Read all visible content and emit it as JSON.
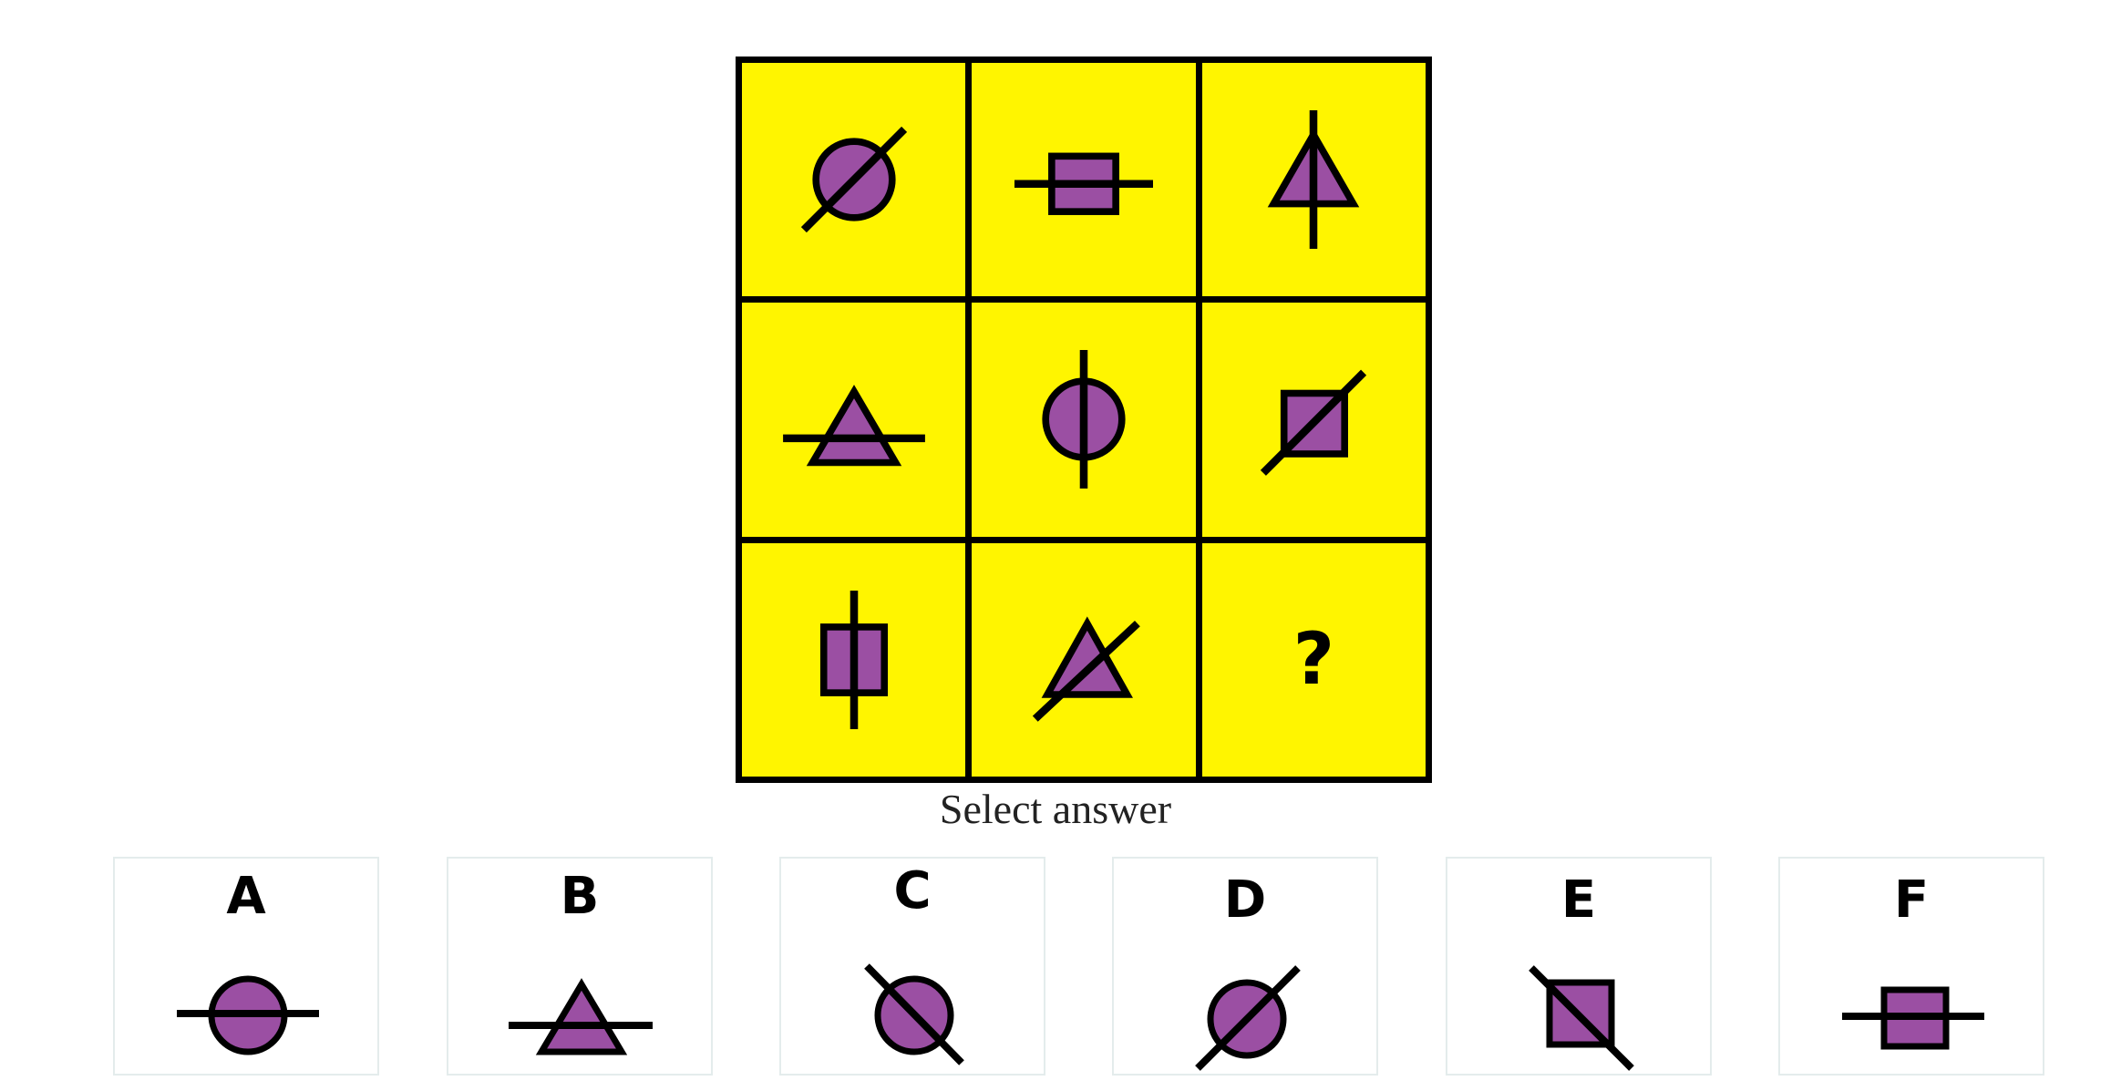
{
  "puzzle": {
    "cells": [
      {
        "shape": "circle",
        "line": "diagonal-up"
      },
      {
        "shape": "square",
        "line": "horizontal"
      },
      {
        "shape": "triangle",
        "line": "vertical"
      },
      {
        "shape": "triangle",
        "line": "horizontal"
      },
      {
        "shape": "circle",
        "line": "vertical"
      },
      {
        "shape": "square",
        "line": "diagonal-up"
      },
      {
        "shape": "square",
        "line": "vertical"
      },
      {
        "shape": "triangle",
        "line": "diagonal-up"
      },
      {
        "shape": "missing",
        "text": "?"
      }
    ]
  },
  "prompt": "Select answer",
  "options": [
    {
      "letter": "A",
      "shape": "circle",
      "line": "horizontal"
    },
    {
      "letter": "B",
      "shape": "triangle",
      "line": "horizontal"
    },
    {
      "letter": "C",
      "shape": "circle",
      "line": "diagonal-down"
    },
    {
      "letter": "D",
      "shape": "circle",
      "line": "diagonal-up"
    },
    {
      "letter": "E",
      "shape": "square",
      "line": "diagonal-down"
    },
    {
      "letter": "F",
      "shape": "square",
      "line": "horizontal"
    }
  ],
  "colors": {
    "cell_background": "#FFF500",
    "shape_fill": "#9B4FA3",
    "stroke": "#000000",
    "page_background": "#FFFFFF"
  }
}
